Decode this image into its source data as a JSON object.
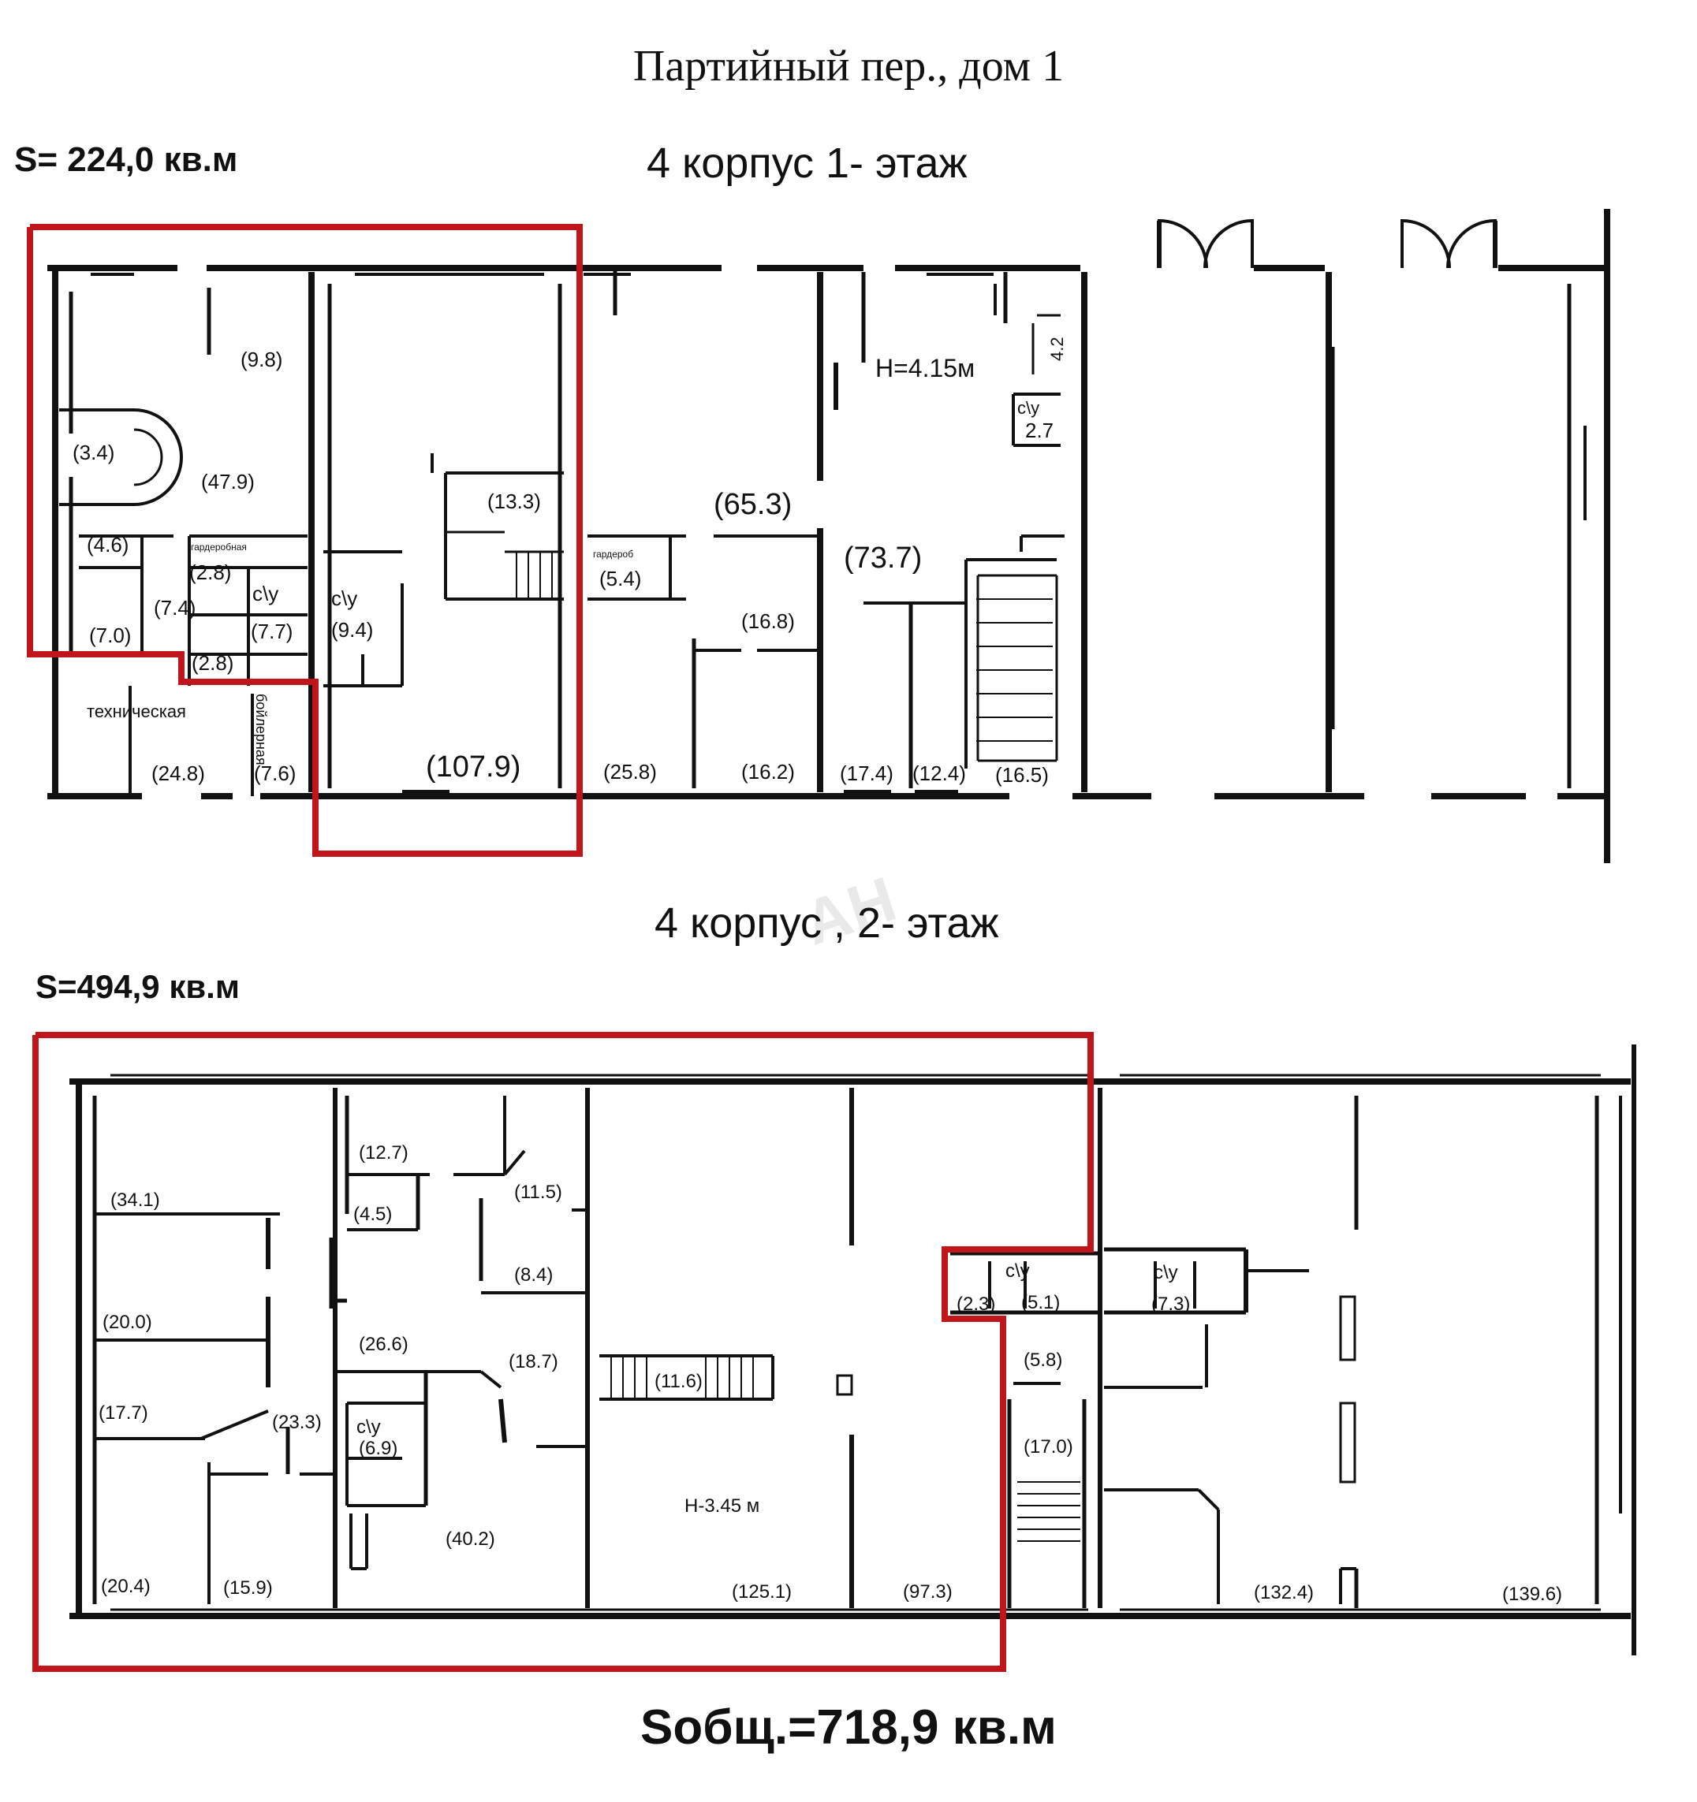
{
  "address": "Партийный пер., дом 1",
  "floor1": {
    "area_label": "S= 224,0 кв.м",
    "title": "4  корпус  1- этаж",
    "height_label": "H=4.15м",
    "rooms": [
      {
        "id": "r1",
        "label": "(9.8)"
      },
      {
        "id": "r2",
        "label": "(3.4)"
      },
      {
        "id": "r3",
        "label": "(47.9)"
      },
      {
        "id": "r4",
        "label": "(13.3)"
      },
      {
        "id": "r5",
        "label": "(65.3)"
      },
      {
        "id": "r6",
        "label": "(73.7)"
      },
      {
        "id": "r7",
        "label": "(4.6)"
      },
      {
        "id": "r8",
        "label": "(2.8)"
      },
      {
        "id": "r9",
        "label": "(7.4)"
      },
      {
        "id": "r10",
        "label": "(7.7)"
      },
      {
        "id": "r11",
        "label": "(9.4)"
      },
      {
        "id": "r12",
        "label": "(5.4)"
      },
      {
        "id": "r13",
        "label": "(16.8)"
      },
      {
        "id": "r14",
        "label": "(7.0)"
      },
      {
        "id": "r15",
        "label": "(2.8)"
      },
      {
        "id": "r16",
        "label": "(24.8)"
      },
      {
        "id": "r17",
        "label": "(7.6)"
      },
      {
        "id": "r18",
        "label": "(107.9)"
      },
      {
        "id": "r19",
        "label": "(25.8)"
      },
      {
        "id": "r20",
        "label": "(16.2)"
      },
      {
        "id": "r21",
        "label": "(17.4)"
      },
      {
        "id": "r22",
        "label": "(12.4)"
      },
      {
        "id": "r23",
        "label": "(16.5)"
      },
      {
        "id": "r24",
        "label": "4.2"
      },
      {
        "id": "r25",
        "label": "2.7"
      }
    ],
    "labels": {
      "wc_a": "с\\у",
      "wc_b": "с\\у",
      "wc_c": "с\\у",
      "technical": "техническая",
      "boiler": "бойлерная",
      "wardrobe_a": "гардеробная",
      "wardrobe_b": "гардероб"
    }
  },
  "floor2": {
    "area_label": "S=494,9 кв.м",
    "title": "4  корпус , 2- этаж",
    "height_label": "H-3.45  м",
    "rooms": [
      {
        "id": "q1",
        "label": "(12.7)"
      },
      {
        "id": "q2",
        "label": "(11.5)"
      },
      {
        "id": "q3",
        "label": "(34.1)"
      },
      {
        "id": "q4",
        "label": "(4.5)"
      },
      {
        "id": "q5",
        "label": "(8.4)"
      },
      {
        "id": "q6",
        "label": "(20.0)"
      },
      {
        "id": "q7",
        "label": "(26.6)"
      },
      {
        "id": "q8",
        "label": "(18.7)"
      },
      {
        "id": "q9",
        "label": "(11.6)"
      },
      {
        "id": "q10",
        "label": "(17.7)"
      },
      {
        "id": "q11",
        "label": "(23.3)"
      },
      {
        "id": "q12",
        "label": "(6.9)"
      },
      {
        "id": "q13",
        "label": "(40.2)"
      },
      {
        "id": "q14",
        "label": "(20.4)"
      },
      {
        "id": "q15",
        "label": "(15.9)"
      },
      {
        "id": "q16",
        "label": "(125.1)"
      },
      {
        "id": "q17",
        "label": "(97.3)"
      },
      {
        "id": "q18",
        "label": "(2.3)"
      },
      {
        "id": "q19",
        "label": "(5.1)"
      },
      {
        "id": "q20",
        "label": "(7.3)"
      },
      {
        "id": "q21",
        "label": "(5.8)"
      },
      {
        "id": "q22",
        "label": "(17.0)"
      },
      {
        "id": "q23",
        "label": "(132.4)"
      },
      {
        "id": "q24",
        "label": "(139.6)"
      }
    ],
    "labels": {
      "wc_a": "с\\у",
      "wc_b": "с\\у",
      "wc_c": "с\\у"
    }
  },
  "total_area": "Sобщ.=718,9 кв.м",
  "watermark": "АН",
  "colors": {
    "highlight": "#c0151b",
    "wall": "#111111"
  }
}
